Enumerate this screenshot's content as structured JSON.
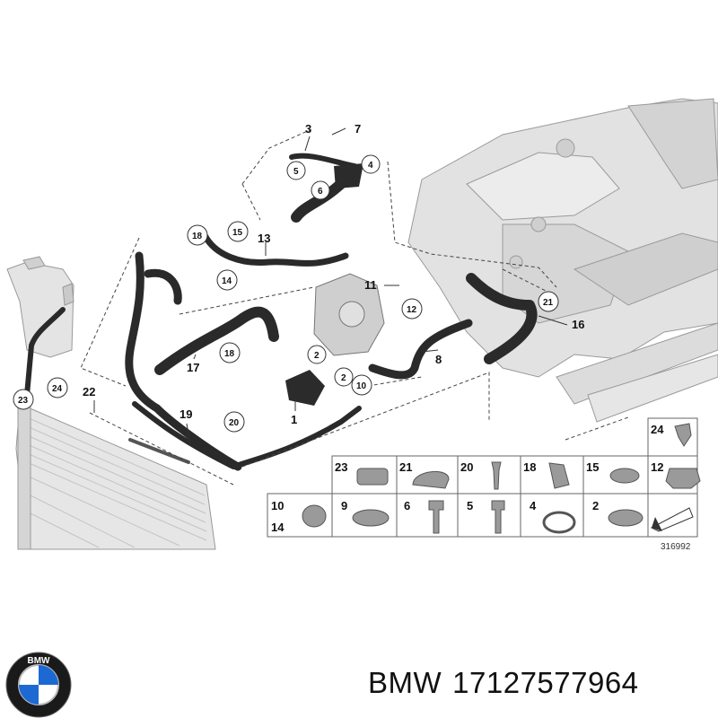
{
  "labels": {
    "p1": "1",
    "p2a": "2",
    "p2b": "2",
    "p3": "3",
    "p4": "4",
    "p5": "5",
    "p6": "6",
    "p7": "7",
    "p8": "8",
    "p10": "10",
    "p11": "11",
    "p12": "12",
    "p13": "13",
    "p14": "14",
    "p15": "15",
    "p16": "16",
    "p17": "17",
    "p18a": "18",
    "p18b": "18",
    "p19": "19",
    "p20": "20",
    "p21": "21",
    "p22": "22",
    "p23": "23",
    "p24": "24"
  },
  "legend": {
    "row1": [
      "24"
    ],
    "row2": [
      "23",
      "21",
      "20",
      "18",
      "15",
      "12"
    ],
    "row3a": "10",
    "row3b": "14",
    "row3": [
      "9",
      "6",
      "5",
      "4",
      "2"
    ]
  },
  "doc_number": "316992",
  "brand": {
    "name": "BMW",
    "part_number": "17127577964"
  },
  "logo_text": "BMW",
  "colors": {
    "hose": "#2a2a2a",
    "engine": "#d9d9d9",
    "line": "#444444"
  }
}
